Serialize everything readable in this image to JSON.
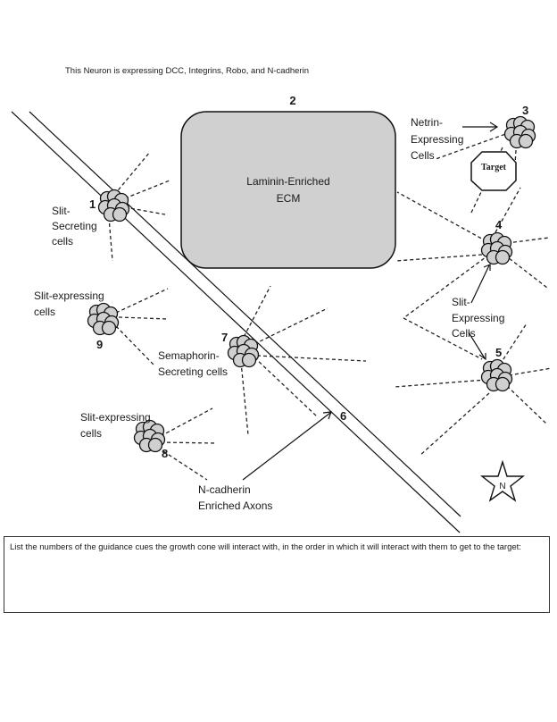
{
  "title": "This Neuron is expressing DCC, Integrins, Robo, and N-cadherin",
  "ecm": {
    "number": "2",
    "label_line1": "Laminin-Enriched",
    "label_line2": "ECM",
    "fill": "#d0d0d0"
  },
  "clusters": [
    {
      "number": "1",
      "label": [
        "Slit-",
        "Secreting",
        "cells"
      ]
    },
    {
      "number": "3",
      "label": [
        "Netrin-",
        "Expressing",
        "Cells"
      ]
    },
    {
      "number": "4",
      "label": []
    },
    {
      "number": "5",
      "label": [
        "Slit-",
        "Expressing",
        "Cells"
      ]
    },
    {
      "number": "7",
      "label": [
        "Semaphorin-",
        "Secreting cells"
      ]
    },
    {
      "number": "8",
      "label": [
        "Slit-expressing",
        "cells"
      ]
    },
    {
      "number": "9",
      "label": [
        "Slit-expressing",
        "cells"
      ]
    }
  ],
  "axon": {
    "number": "6",
    "label_line1": "N-cadherin",
    "label_line2": "Enriched Axons"
  },
  "target": {
    "label": "Target"
  },
  "compass": {
    "label": "N"
  },
  "question": {
    "prompt": "List the numbers of the guidance cues the growth cone will interact with, in the order in which it will interact with them to get to the target:",
    "answer_value": ""
  },
  "colors": {
    "cell_fill": "#d0d0d0",
    "stroke": "#111111"
  }
}
